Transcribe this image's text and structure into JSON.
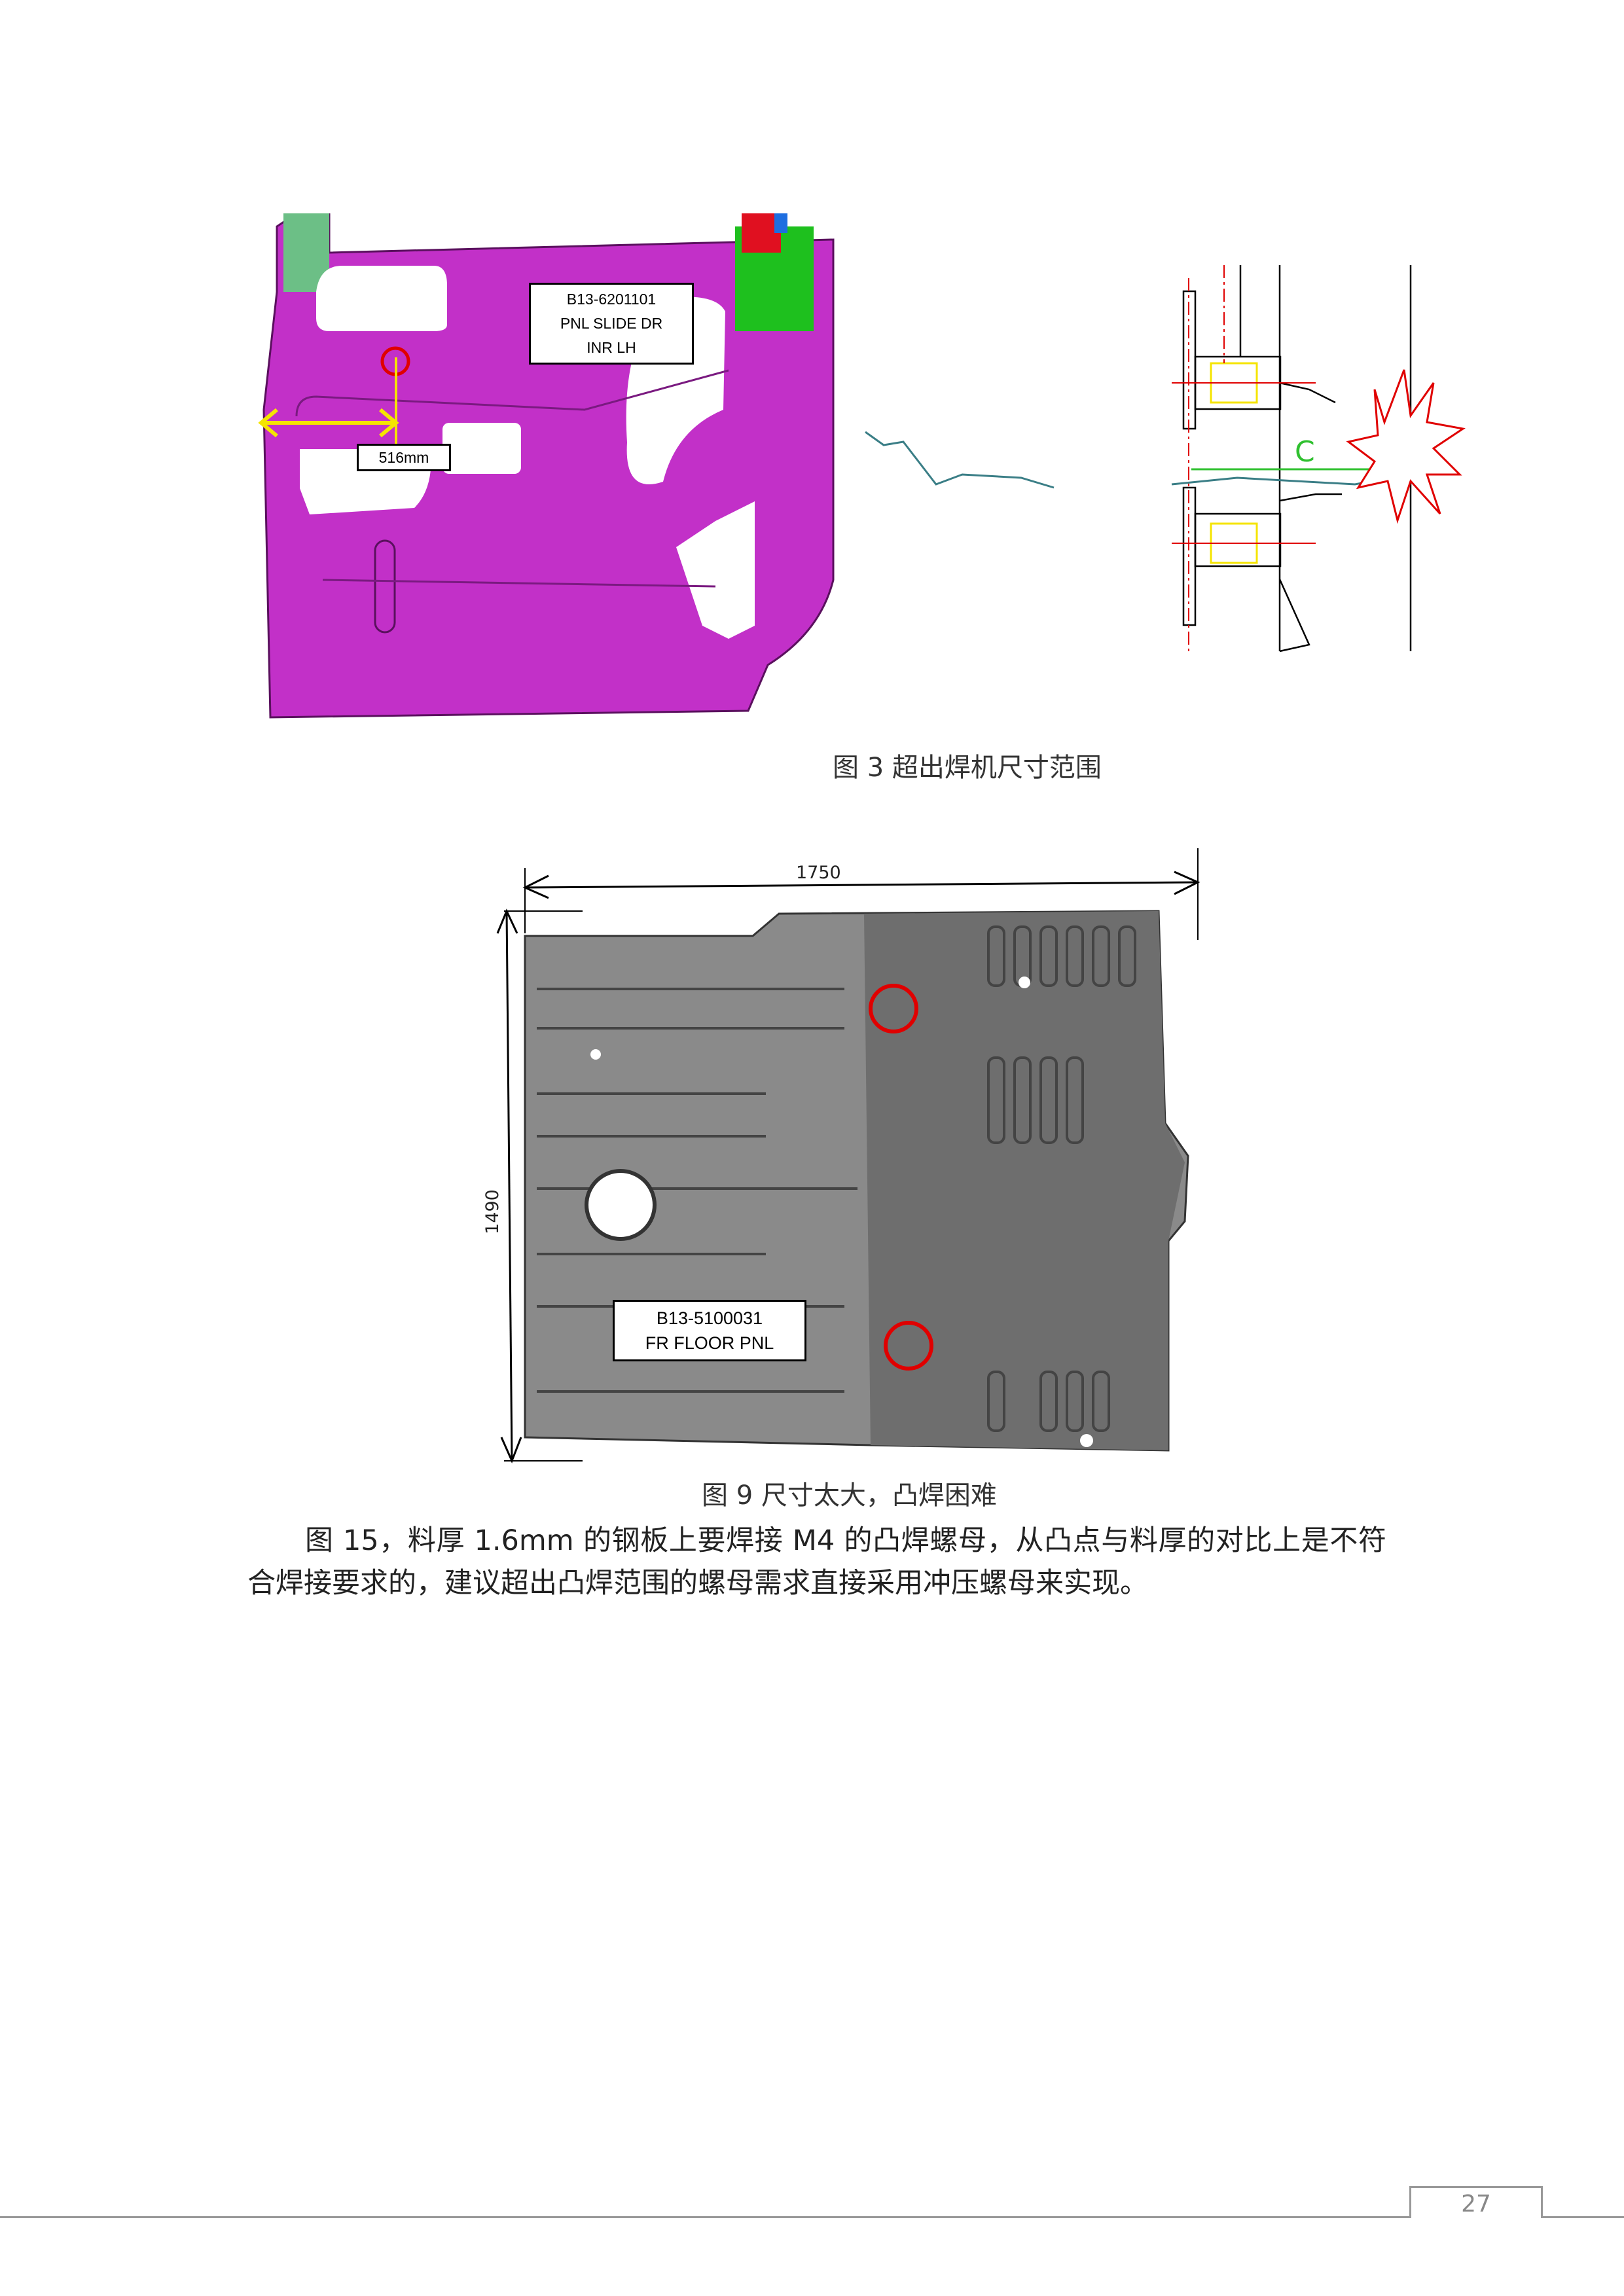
{
  "figure3": {
    "part_label": [
      "B13-6201101",
      "PNL SLIDE DR",
      "INR LH"
    ],
    "dimension": "516mm",
    "weld_label": "C",
    "caption": "图 3  超出焊机尺寸范围"
  },
  "figure9": {
    "width_dim": "1750",
    "height_dim": "1490",
    "part_label": [
      "B13-5100031",
      "FR FLOOR PNL"
    ],
    "caption": "图 9    尺寸太大，凸焊困难"
  },
  "paragraph": "图 15，料厚 1.6mm 的钢板上要焊接 M4 的凸焊螺母，从凸点与料厚的对比上是不符合焊接要求的，建议超出凸焊范围的螺母需求直接采用冲压螺母来实现。",
  "footer": {
    "page_number": "27"
  },
  "colors": {
    "door": "#c230c8",
    "floor": "#8a8a8a",
    "highlight": "#e00000",
    "dimension": "#f5e400"
  }
}
